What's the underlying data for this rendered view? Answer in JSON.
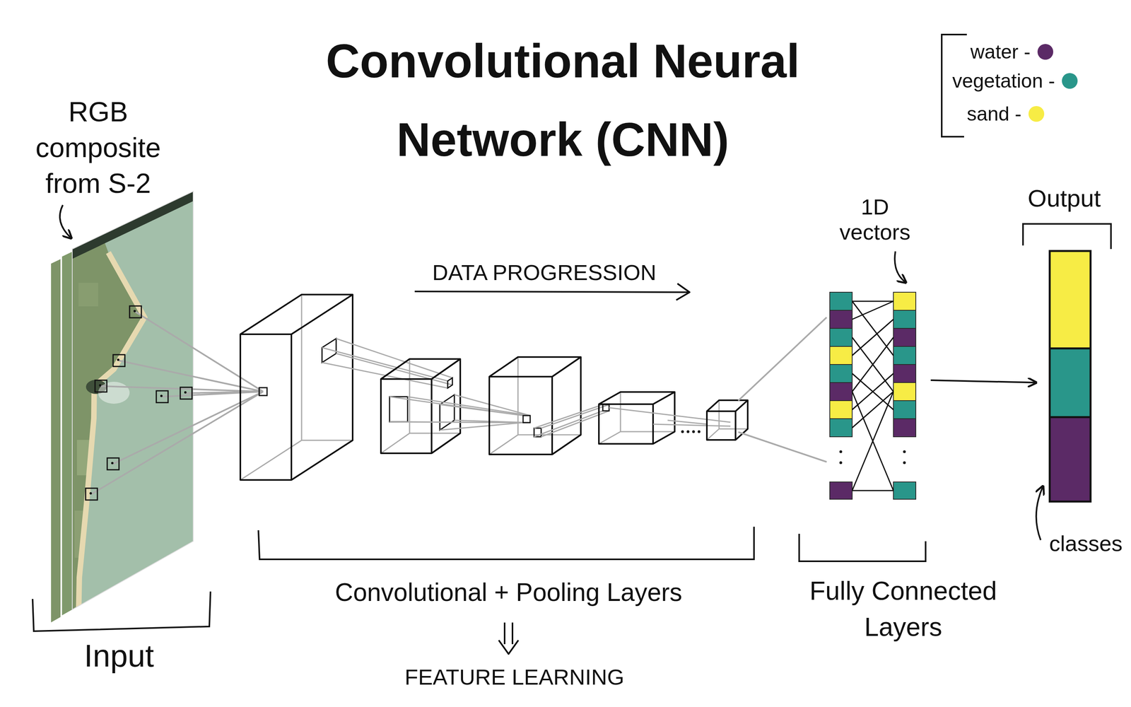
{
  "diagram": {
    "title": "Convolutional Neural Network (CNN)",
    "labels": [
      "RGB composite from S-2",
      "Input",
      "DATA PROGRESSION",
      "Convolutional + Pooling Layers",
      "FEATURE LEARNING",
      "1D vectors",
      "Fully Connected Layers",
      "Output",
      "classes"
    ],
    "legend": [
      {
        "text": "water -",
        "color": "#5b2a66"
      },
      {
        "text": "vegetation -",
        "color": "#29968a"
      },
      {
        "text": "sand -",
        "color": "#f7ec45"
      }
    ]
  }
}
